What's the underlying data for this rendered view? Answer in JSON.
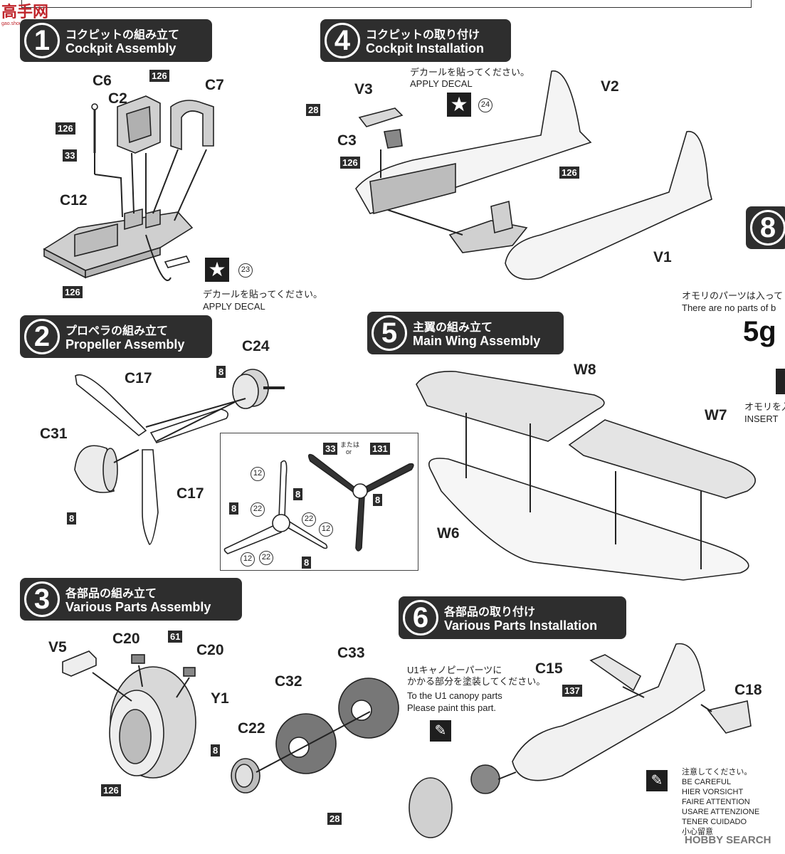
{
  "logo": {
    "text": "高手网",
    "url": "gao.shou.com"
  },
  "steps": {
    "s1": {
      "num": "1",
      "jp": "コクピットの組み立て",
      "en": "Cockpit Assembly"
    },
    "s2": {
      "num": "2",
      "jp": "プロペラの組み立て",
      "en": "Propeller Assembly"
    },
    "s3": {
      "num": "3",
      "jp": "各部品の組み立て",
      "en": "Various Parts Assembly"
    },
    "s4": {
      "num": "4",
      "jp": "コクピットの取り付け",
      "en": "Cockpit Installation"
    },
    "s5": {
      "num": "5",
      "jp": "主翼の組み立て",
      "en": "Main Wing Assembly"
    },
    "s6": {
      "num": "6",
      "jp": "各部品の取り付け",
      "en": "Various Parts Installation"
    },
    "s8": {
      "num": "8"
    }
  },
  "parts": {
    "c6": "C6",
    "c2": "C2",
    "c7": "C7",
    "c12": "C12",
    "c24": "C24",
    "c17a": "C17",
    "c17b": "C17",
    "c31": "C31",
    "v5": "V5",
    "c20a": "C20",
    "c20b": "C20",
    "y1": "Y1",
    "c32": "C32",
    "c33": "C33",
    "c22": "C22",
    "v3": "V3",
    "c3": "C3",
    "v2": "V2",
    "v1": "V1",
    "w8": "W8",
    "w7": "W7",
    "w6": "W6",
    "c15": "C15",
    "c18": "C18"
  },
  "colors": {
    "c126a": "126",
    "c126b": "126",
    "c33s1": "33",
    "c126c": "126",
    "c8a": "8",
    "c8b": "8",
    "c8c": "8",
    "c8d": "8",
    "c8e": "8",
    "c8f": "8",
    "c8g": "8",
    "c33p": "33",
    "c131": "131",
    "c61": "61",
    "c126d": "126",
    "c28": "28",
    "c28b": "28",
    "c126e": "126",
    "c126f": "126",
    "c137": "137"
  },
  "propNote": {
    "mata": "または",
    "or": "or"
  },
  "decals": {
    "d23": "23",
    "d24": "24",
    "jp": "デカールを貼ってください。",
    "en": "APPLY  DECAL"
  },
  "circled": {
    "n12a": "12",
    "n12b": "12",
    "n12c": "12",
    "n22a": "22",
    "n22b": "22",
    "n22c": "22"
  },
  "canopyNote": {
    "jp1": "U1キャノピーパーツに",
    "jp2": "かかる部分を塗装してください。",
    "en1": "To the U1 canopy parts",
    "en2": "Please paint this part."
  },
  "careful": [
    "注意してください。",
    "BE CAREFUL",
    "HIER VORSICHT",
    "FAIRE ATTENTION",
    "USARE ATTENZIONE",
    "TENER CUIDADO",
    "小心留意"
  ],
  "weight": {
    "jp": "オモリのパーツは入って",
    "en": "There are no parts of b",
    "value": "5g",
    "insertJp": "オモリを入",
    "insertEn": "INSERT"
  },
  "watermark": "HOBBY SEARCH"
}
